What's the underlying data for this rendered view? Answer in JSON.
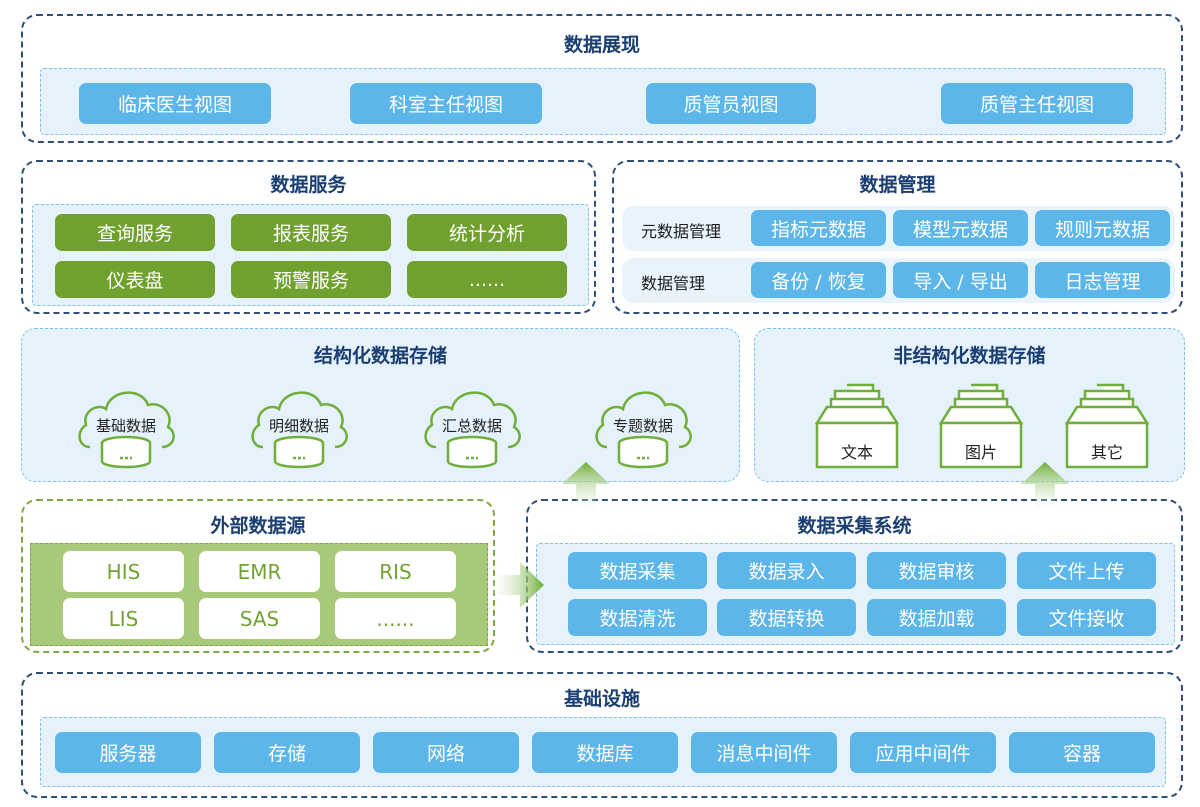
{
  "presentation": {
    "title": "数据展现",
    "items": [
      "临床医生视图",
      "科室主任视图",
      "质管员视图",
      "质管主任视图"
    ]
  },
  "service": {
    "title": "数据服务",
    "items": [
      "查询服务",
      "报表服务",
      "统计分析",
      "仪表盘",
      "预警服务",
      "......"
    ]
  },
  "management": {
    "title": "数据管理",
    "rows": [
      {
        "label": "元数据管理",
        "items": [
          "指标元数据",
          "模型元数据",
          "规则元数据"
        ]
      },
      {
        "label": "数据管理",
        "items": [
          "备份 / 恢复",
          "导入 / 导出",
          "日志管理"
        ]
      }
    ]
  },
  "structured": {
    "title": "结构化数据存储",
    "items": [
      "基础数据",
      "明细数据",
      "汇总数据",
      "专题数据"
    ]
  },
  "unstructured": {
    "title": "非结构化数据存储",
    "items": [
      "文本",
      "图片",
      "其它"
    ]
  },
  "external": {
    "title": "外部数据源",
    "items": [
      "HIS",
      "EMR",
      "RIS",
      "LIS",
      "SAS",
      "......"
    ]
  },
  "collection": {
    "title": "数据采集系统",
    "items": [
      "数据采集",
      "数据录入",
      "数据审核",
      "文件上传",
      "数据清洗",
      "数据转换",
      "数据加载",
      "文件接收"
    ]
  },
  "infrastructure": {
    "title": "基础设施",
    "items": [
      "服务器",
      "存储",
      "网络",
      "数据库",
      "消息中间件",
      "应用中间件",
      "容器"
    ]
  },
  "colors": {
    "navy": "#1b3f73",
    "sky": "#5cb6ea",
    "green": "#70a12f",
    "icon_green": "#6fae3a"
  }
}
